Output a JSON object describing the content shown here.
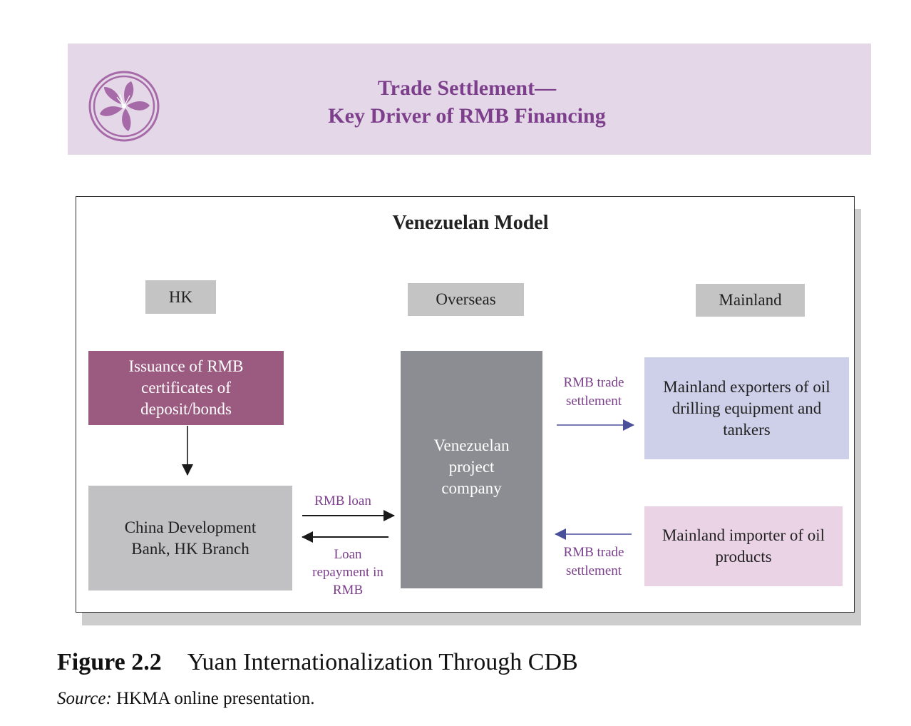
{
  "banner": {
    "title_line1": "Trade Settlement—",
    "title_line2": "Key Driver of RMB Financing",
    "logo_icon": "bauhinia-flower-logo-icon",
    "background": "#e4d8e8",
    "title_color": "#7d3f8c"
  },
  "diagram": {
    "title": "Venezuelan Model",
    "regions": {
      "hk": "HK",
      "overseas": "Overseas",
      "mainland": "Mainland"
    },
    "boxes": {
      "issuance": "Issuance of RMB certificates of deposit/bonds",
      "cdb": "China Development Bank, HK Branch",
      "venezuelan": "Venezuelan project company",
      "exporters": "Mainland exporters of oil drilling equipment and tankers",
      "importer": "Mainland importer of oil products"
    },
    "arrow_labels": {
      "rmb_loan": "RMB loan",
      "loan_repayment": "Loan repayment in RMB",
      "trade_settlement_top": "RMB trade settlement",
      "trade_settlement_bottom": "RMB trade settlement"
    },
    "colors": {
      "issuance": "#9b5a80",
      "cdb": "#c1c1c3",
      "venezuelan": "#8c8d92",
      "exporters": "#cdd0e8",
      "importer": "#ebd3e6",
      "region_header": "#c4c4c4",
      "label_text": "#7b3f8b",
      "blue_arrow": "#4a4f9a"
    }
  },
  "caption": {
    "figure_label": "Figure 2.2",
    "figure_text": "Yuan Internationalization Through CDB",
    "source_label": "Source:",
    "source_text": "HKMA online presentation."
  }
}
